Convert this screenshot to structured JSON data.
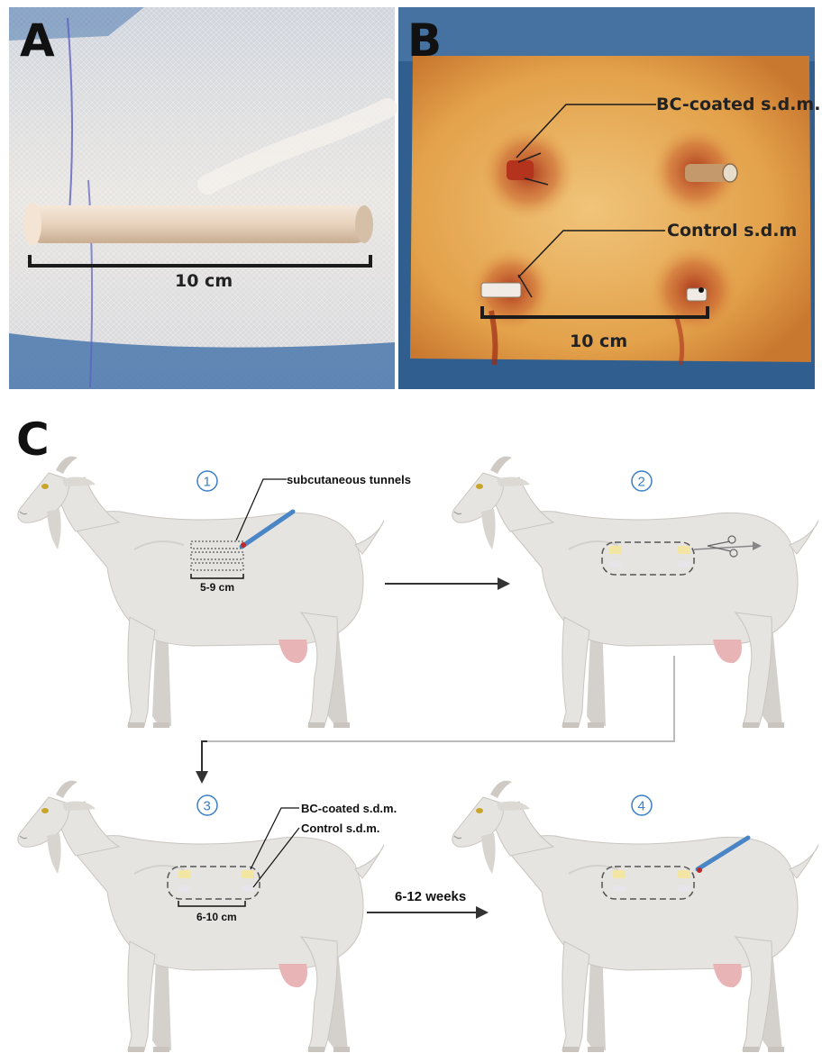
{
  "panels": {
    "a": {
      "letter": "A",
      "scale_label": "10 cm"
    },
    "b": {
      "letter": "B",
      "label_coated": "BC-coated s.d.m.",
      "label_control": "Control s.d.m",
      "scale_label": "10 cm"
    },
    "c": {
      "letter": "C",
      "steps": [
        {
          "number": "1",
          "label": "subcutaneous tunnels",
          "length_label": "5-9 cm"
        },
        {
          "number": "2"
        },
        {
          "number": "3",
          "label_coated": "BC-coated s.d.m.",
          "label_control": "Control s.d.m.",
          "length_label": "6-10 cm"
        },
        {
          "number": "4"
        }
      ],
      "time_label": "6-12 weeks"
    }
  },
  "colors": {
    "drape_blue": "#3d6fa8",
    "gauze": "#e6e3df",
    "skin_orange": "#e0a24a",
    "blood_red": "#b73a1f",
    "goat_body": "#e6e4e1",
    "goat_shadow": "#d4d1cd",
    "udder_pink": "#e8b4b6",
    "step_blue": "#3b7fc4"
  }
}
